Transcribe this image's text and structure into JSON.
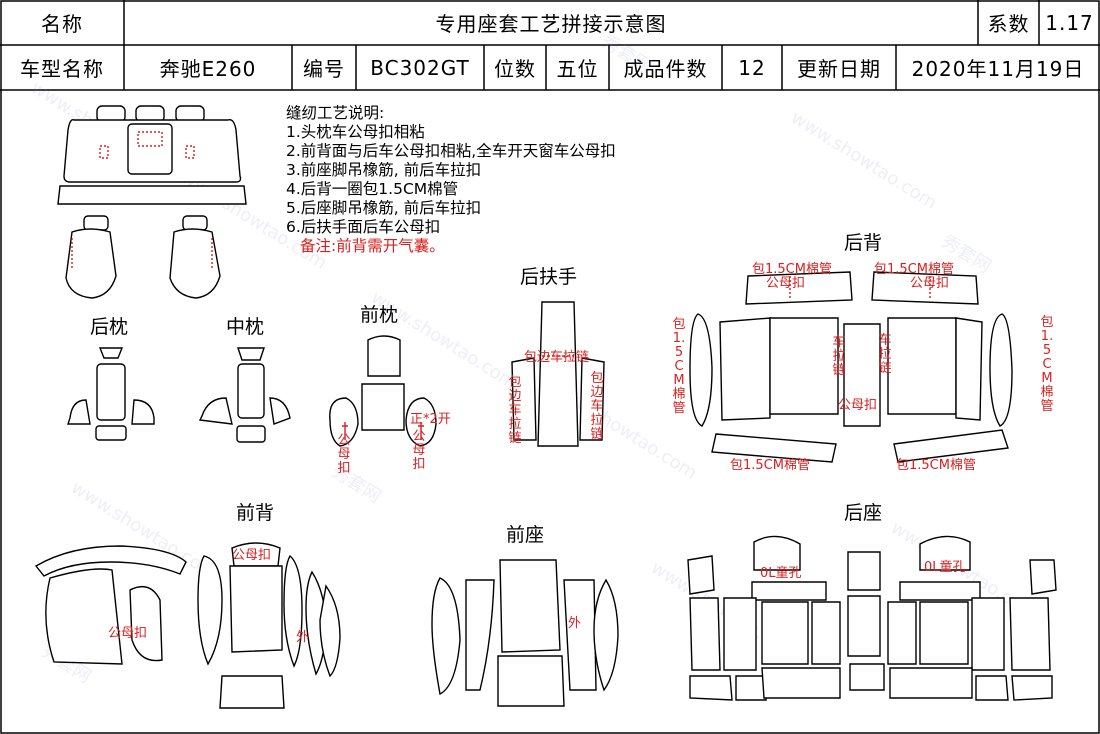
{
  "header": {
    "name_label": "名称",
    "title": "专用座套工艺拼接示意图",
    "coef_label": "系数",
    "coef_value": "1.17",
    "model_label": "车型名称",
    "model_value": "奔驰E260",
    "code_label": "编号",
    "code_value": "BC302GT",
    "seats_label": "位数",
    "seats_value": "五位",
    "pieces_label": "成品件数",
    "pieces_value": "12",
    "date_label": "更新日期",
    "date_value": "2020年11月19日"
  },
  "notes": {
    "title": "缝纫工艺说明:",
    "items": [
      "1.头枕车公母扣相粘",
      "2.前背面与后车公母扣相粘,全车开天窗车公母扣",
      "3.前座脚吊橡筋, 前后车拉扣",
      "4.后背一圈包1.5CM棉管",
      "5.后座脚吊橡筋, 前后车拉扣",
      "6.后扶手面后车公母扣"
    ],
    "remark": "备注:前背需开气囊。"
  },
  "sections": {
    "rear_headrest": "后枕",
    "middle_headrest": "中枕",
    "front_headrest": "前枕",
    "rear_armrest": "后扶手",
    "rear_back": "后背",
    "front_back": "前背",
    "front_seat": "前座",
    "rear_seat": "后座"
  },
  "labels": {
    "front_headrest_fastener_1": "公母扣",
    "front_headrest_fastener_2": "公母扣",
    "front_headrest_cut": "正*2开",
    "armrest_edge_zip": "包边车拉链",
    "armrest_side_zip_left": "包边车拉链",
    "armrest_side_zip_right": "包边车拉链",
    "rb_pipe_top_left": "包1.5CM棉管",
    "rb_pipe_top_right": "包1.5CM棉管",
    "rb_fastener_left": "公母扣",
    "rb_fastener_right": "公母扣",
    "rb_pipe_side_left": "包1.5CM棉管",
    "rb_pipe_side_right": "包1.5CM棉管",
    "rb_zip_left": "车拉链",
    "rb_zip_right": "车拉链",
    "rb_fastener_center": "公母扣",
    "rb_pipe_bottom_left": "包1.5CM棉管",
    "rb_pipe_bottom_right": "包1.5CM棉管",
    "fb_fastener_top": "公母扣",
    "fb_fastener_left": "公母扣",
    "fb_outer": "外",
    "fs_outer": "外",
    "rs_hole_left": "0L童孔",
    "rs_hole_right": "0L童孔"
  },
  "watermark": {
    "text_cn": "秀套网",
    "text_en": "www.showtao.com"
  },
  "colors": {
    "line": "#000000",
    "annotation": "#d92020",
    "watermark": "#9696dc"
  }
}
